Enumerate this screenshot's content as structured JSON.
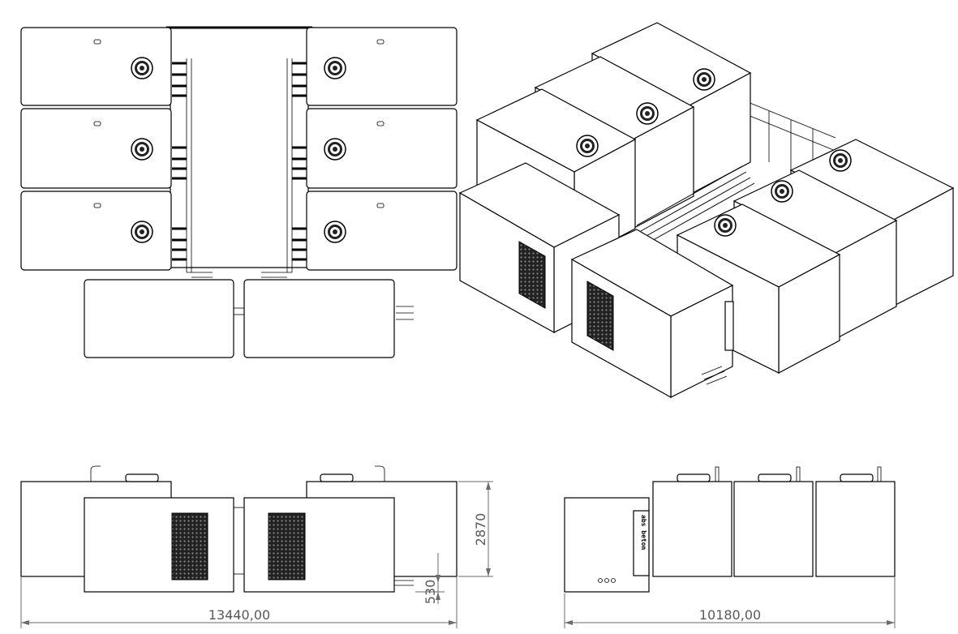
{
  "dimensions": {
    "front_width": "13440,00",
    "front_height": "2870",
    "outlet_height": "530",
    "side_width": "10180,00"
  },
  "labels": {
    "brand_text": "abs beton"
  },
  "colors": {
    "line": "#000000",
    "dimension": "#6b6b6b",
    "background": "#ffffff"
  }
}
